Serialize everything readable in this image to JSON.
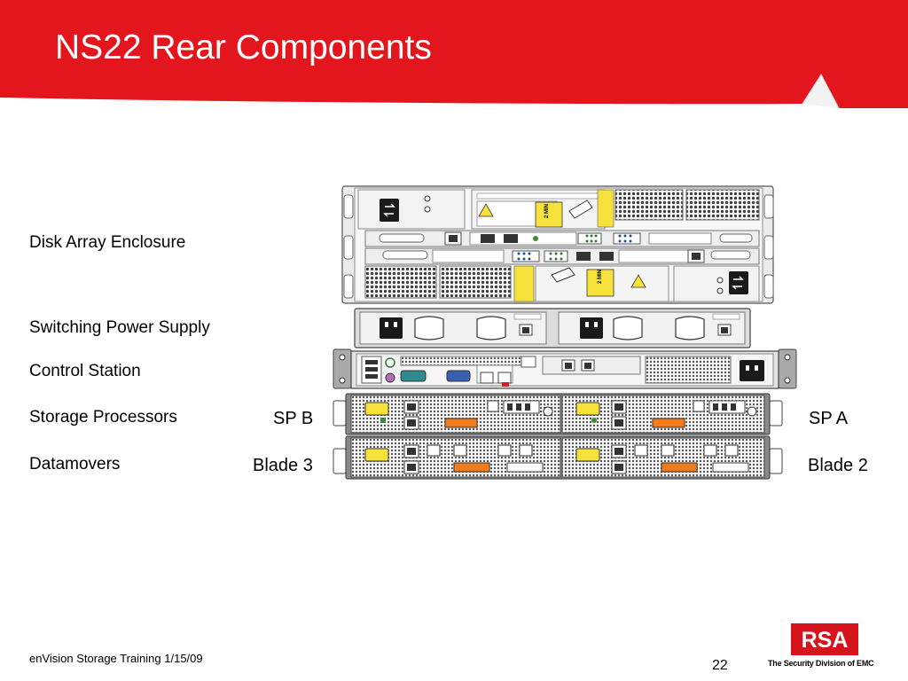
{
  "slide": {
    "title": "NS22 Rear Components",
    "component_labels": [
      "Disk Array Enclosure",
      "Switching Power Supply",
      "Control Station",
      "Storage Processors",
      "Datamovers"
    ],
    "side_labels": {
      "sp_b": "SP B",
      "sp_a": "SP A",
      "blade_3": "Blade 3",
      "blade_2": "Blade 2"
    },
    "hardware_markings": {
      "timer": "2 MIN"
    },
    "footer": {
      "text": "enVision Storage Training 1/15/09",
      "page_number": "22"
    },
    "logo": {
      "letters": "RSA",
      "tagline": "The Security Division of EMC"
    }
  },
  "colors": {
    "header_red": "#e3161d",
    "logo_red": "#d7141c",
    "warning_yellow": "#f6e23a",
    "port_orange": "#f07c1e"
  }
}
